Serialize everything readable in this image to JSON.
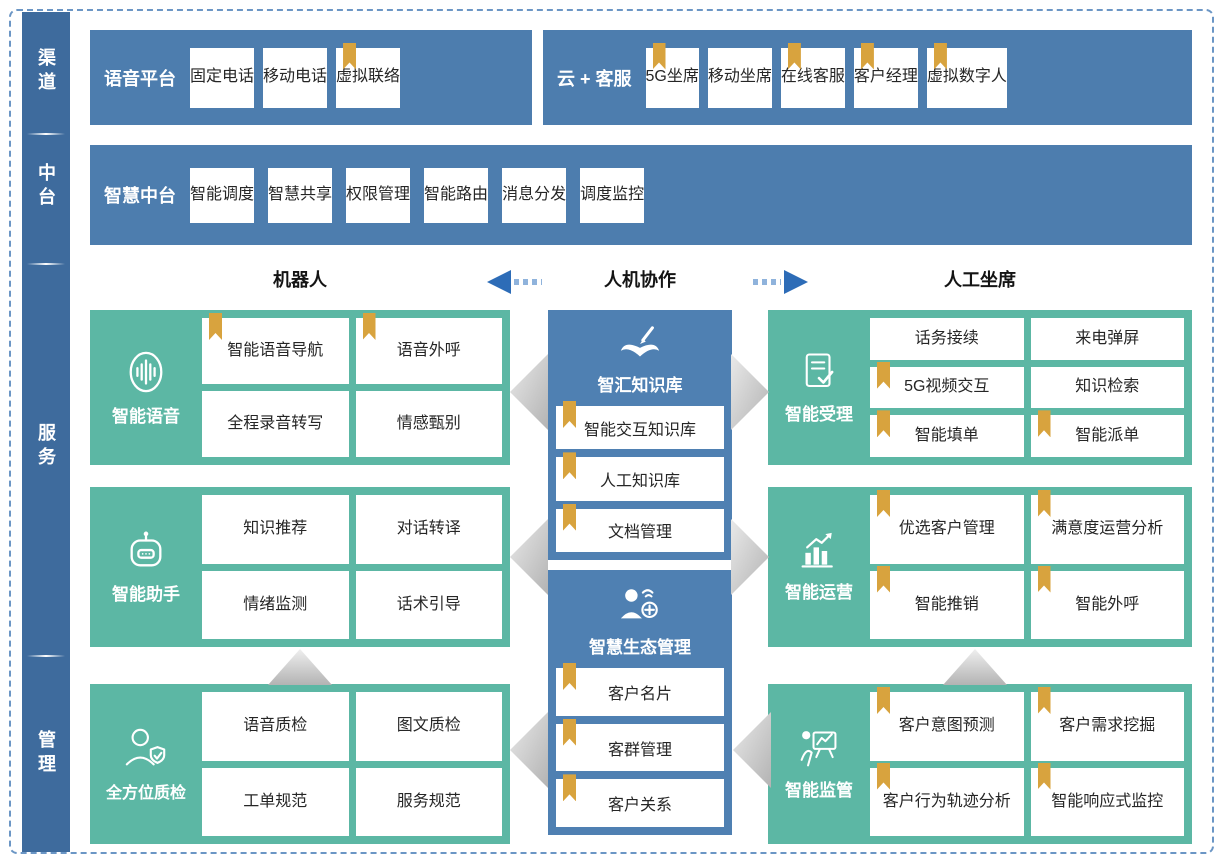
{
  "colors": {
    "sidebar_blue": "#3e6b9d",
    "row_blue": "#4d7dae",
    "center_blue": "#4f80b2",
    "green": "#5cb7a4",
    "bookmark_gold": "#d8a33e",
    "arrow_blue": "#2d6cb7",
    "chevron_gray": "#bdbdbd",
    "dashed_border": "#6b96c5"
  },
  "sidebar": {
    "items": [
      {
        "label": "渠道"
      },
      {
        "label": "中台"
      },
      {
        "label": "服务"
      },
      {
        "label": "管理"
      }
    ]
  },
  "channel_row": {
    "voice_platform": {
      "title": "语音平台",
      "cards": [
        {
          "label": "固定电话",
          "bookmark": false
        },
        {
          "label": "移动电话",
          "bookmark": false
        },
        {
          "label": "虚拟联络",
          "bookmark": true
        }
      ]
    },
    "cloud_service": {
      "title": "云 + 客服",
      "cards": [
        {
          "label": "5G坐席",
          "bookmark": true
        },
        {
          "label": "移动坐席",
          "bookmark": false
        },
        {
          "label": "在线客服",
          "bookmark": true
        },
        {
          "label": "客户经理",
          "bookmark": true
        },
        {
          "label": "虚拟数字人",
          "bookmark": true
        }
      ]
    }
  },
  "middle_row": {
    "title": "智慧中台",
    "cards": [
      {
        "label": "智能调度",
        "bookmark": false
      },
      {
        "label": "智慧共享",
        "bookmark": false
      },
      {
        "label": "权限管理",
        "bookmark": false
      },
      {
        "label": "智能路由",
        "bookmark": false
      },
      {
        "label": "消息分发",
        "bookmark": false
      },
      {
        "label": "调度监控",
        "bookmark": false
      }
    ]
  },
  "service_header": {
    "left": "机器人",
    "center": "人机协作",
    "right": "人工坐席"
  },
  "left_column": {
    "blocks": [
      {
        "title": "智能语音",
        "icon": "voice-icon",
        "cards": [
          {
            "label": "智能语音导航",
            "bookmark": true
          },
          {
            "label": "语音外呼",
            "bookmark": true
          },
          {
            "label": "全程录音转写",
            "bookmark": false
          },
          {
            "label": "情感甄别",
            "bookmark": false
          }
        ]
      },
      {
        "title": "智能助手",
        "icon": "robot-icon",
        "cards": [
          {
            "label": "知识推荐",
            "bookmark": false
          },
          {
            "label": "对话转译",
            "bookmark": false
          },
          {
            "label": "情绪监测",
            "bookmark": false
          },
          {
            "label": "话术引导",
            "bookmark": false
          }
        ]
      },
      {
        "title": "全方位质检",
        "icon": "inspector-icon",
        "cards": [
          {
            "label": "语音质检",
            "bookmark": false
          },
          {
            "label": "图文质检",
            "bookmark": false
          },
          {
            "label": "工单规范",
            "bookmark": false
          },
          {
            "label": "服务规范",
            "bookmark": false
          }
        ]
      }
    ]
  },
  "center_column": {
    "blocks": [
      {
        "title": "智汇知识库",
        "icon": "knowledge-book-icon",
        "cards": [
          {
            "label": "智能交互知识库",
            "bookmark": true
          },
          {
            "label": "人工知识库",
            "bookmark": true
          },
          {
            "label": "文档管理",
            "bookmark": true
          }
        ]
      },
      {
        "title": "智慧生态管理",
        "icon": "eco-person-icon",
        "cards": [
          {
            "label": "客户名片",
            "bookmark": true
          },
          {
            "label": "客群管理",
            "bookmark": true
          },
          {
            "label": "客户关系",
            "bookmark": true
          }
        ]
      }
    ]
  },
  "right_column": {
    "blocks": [
      {
        "title": "智能受理",
        "icon": "document-check-icon",
        "cards": [
          {
            "label": "话务接续",
            "bookmark": false
          },
          {
            "label": "来电弹屏",
            "bookmark": false
          },
          {
            "label": "5G视频交互",
            "bookmark": true
          },
          {
            "label": "知识检索",
            "bookmark": false
          },
          {
            "label": "智能填单",
            "bookmark": true
          },
          {
            "label": "智能派单",
            "bookmark": true
          }
        ]
      },
      {
        "title": "智能运营",
        "icon": "chart-growth-icon",
        "cards": [
          {
            "label": "优选客户管理",
            "bookmark": true
          },
          {
            "label": "满意度运营分析",
            "bookmark": true
          },
          {
            "label": "智能推销",
            "bookmark": true
          },
          {
            "label": "智能外呼",
            "bookmark": true
          }
        ]
      },
      {
        "title": "智能监管",
        "icon": "supervision-icon",
        "cards": [
          {
            "label": "客户意图预测",
            "bookmark": true
          },
          {
            "label": "客户需求挖掘",
            "bookmark": true
          },
          {
            "label": "客户行为轨迹分析",
            "bookmark": true
          },
          {
            "label": "智能响应式监控",
            "bookmark": true
          }
        ]
      }
    ]
  }
}
